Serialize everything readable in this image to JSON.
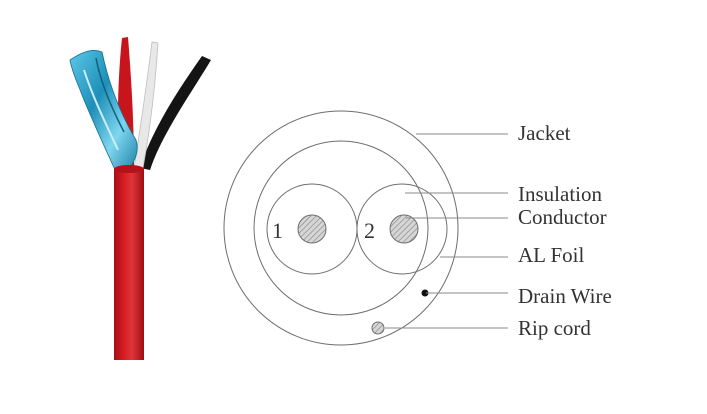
{
  "diagram": {
    "conductor_numbers": [
      "1",
      "2"
    ],
    "labels": {
      "jacket": "Jacket",
      "insulation": "Insulation",
      "conductor": "Conductor",
      "al_foil": "AL Foil",
      "drain_wire": "Drain Wire",
      "rip_cord": "Rip cord"
    }
  },
  "colors": {
    "jacket_red": "#c8151b",
    "foil_blue": "#2aa3c8",
    "black_wire": "#141414",
    "white_wire": "#e6e6e6",
    "outline": "#6e6e6e",
    "text": "#333333"
  }
}
